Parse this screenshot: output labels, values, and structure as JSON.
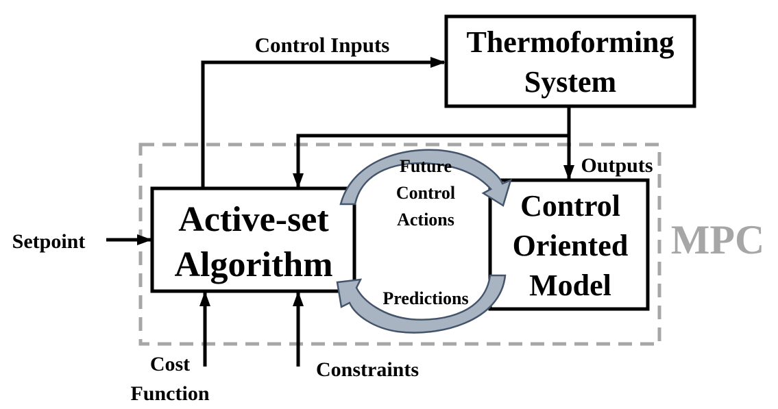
{
  "blocks": {
    "thermoforming": {
      "line1": "Thermoforming",
      "line2": "System"
    },
    "active_set": {
      "line1": "Active-set",
      "line2": "Algorithm"
    },
    "model": {
      "line1": "Control",
      "line2": "Oriented",
      "line3": "Model"
    }
  },
  "labels": {
    "control_inputs": "Control Inputs",
    "outputs": "Outputs",
    "setpoint": "Setpoint",
    "cost_line1": "Cost",
    "cost_line2": "Function",
    "constraints": "Constraints",
    "future_line1": "Future",
    "future_line2": "Control",
    "future_line3": "Actions",
    "predictions": "Predictions",
    "mpc": "MPC"
  },
  "colors": {
    "line": "#000000",
    "dashed_border": "#a6a6a6",
    "mpc_text": "#a6a6a6",
    "loop_arrow_fill": "#a9b4c2",
    "loop_arrow_stroke": "#44546a"
  }
}
